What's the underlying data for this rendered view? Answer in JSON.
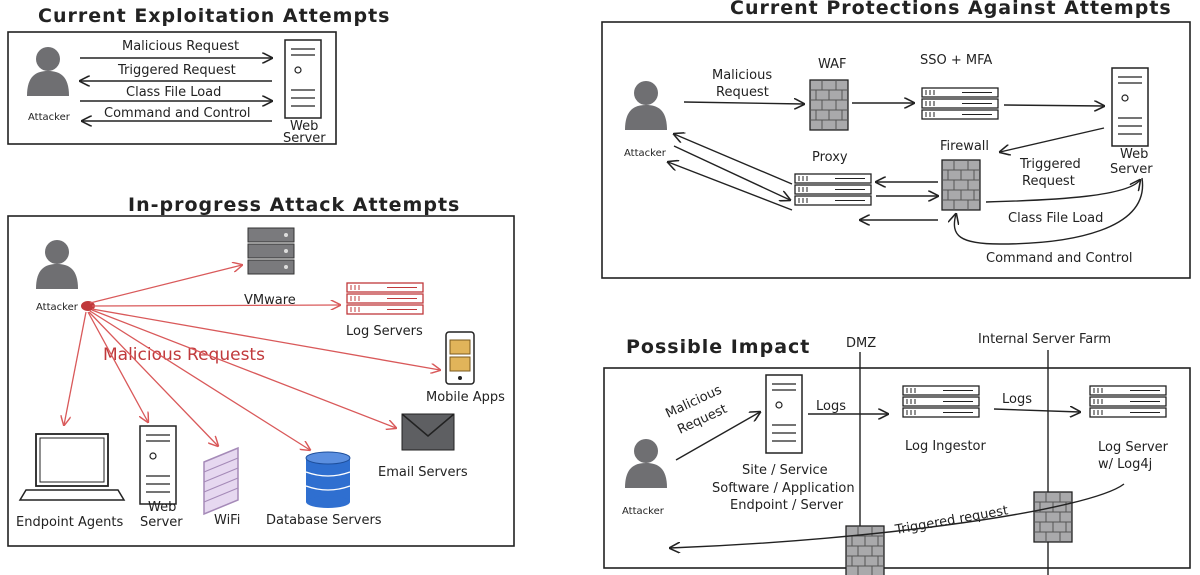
{
  "panels": {
    "exploitation": {
      "title": "Current Exploitation Attempts",
      "attacker": "Attacker",
      "server": [
        "Web",
        "Server"
      ],
      "flows": [
        "Malicious Request",
        "Triggered Request",
        "Class File Load",
        "Command and Control"
      ]
    },
    "in_progress": {
      "title": "In-progress Attack Attempts",
      "attacker": "Attacker",
      "malicious": "Malicious Requests",
      "targets": {
        "vmware": "VMware",
        "log_servers": "Log Servers",
        "mobile_apps": "Mobile Apps",
        "email_servers": "Email Servers",
        "database_servers": "Database Servers",
        "wifi": "WiFi",
        "web_server": [
          "Web",
          "Server"
        ],
        "endpoint_agents": "Endpoint Agents"
      }
    },
    "protections": {
      "title": "Current Protections Against Attempts",
      "attacker": "Attacker",
      "malicious": [
        "Malicious",
        "Request"
      ],
      "waf": "WAF",
      "sso": "SSO + MFA",
      "proxy": "Proxy",
      "firewall": "Firewall",
      "server": [
        "Web",
        "Server"
      ],
      "triggered": [
        "Triggered",
        "Request"
      ],
      "class_load": "Class File Load",
      "c2": "Command and Control"
    },
    "impact": {
      "title": "Possible Impact",
      "dmz": "DMZ",
      "farm": "Internal Server Farm",
      "attacker": "Attacker",
      "malicious": [
        "Malicious",
        "Request"
      ],
      "site": [
        "Site / Service",
        "Software / Application",
        "Endpoint / Server"
      ],
      "logs1": "Logs",
      "logs2": "Logs",
      "ingestor": "Log Ingestor",
      "log_server": [
        "Log Server",
        "w/ Log4j"
      ],
      "triggered": "Triggered request"
    }
  },
  "colors": {
    "attack_red": "#c0393b",
    "icon_gray": "#6f6f72",
    "db_blue": "#2f6fd0",
    "wifi_purple": "#a58ab8",
    "mobile_gold": "#e1b45a"
  }
}
